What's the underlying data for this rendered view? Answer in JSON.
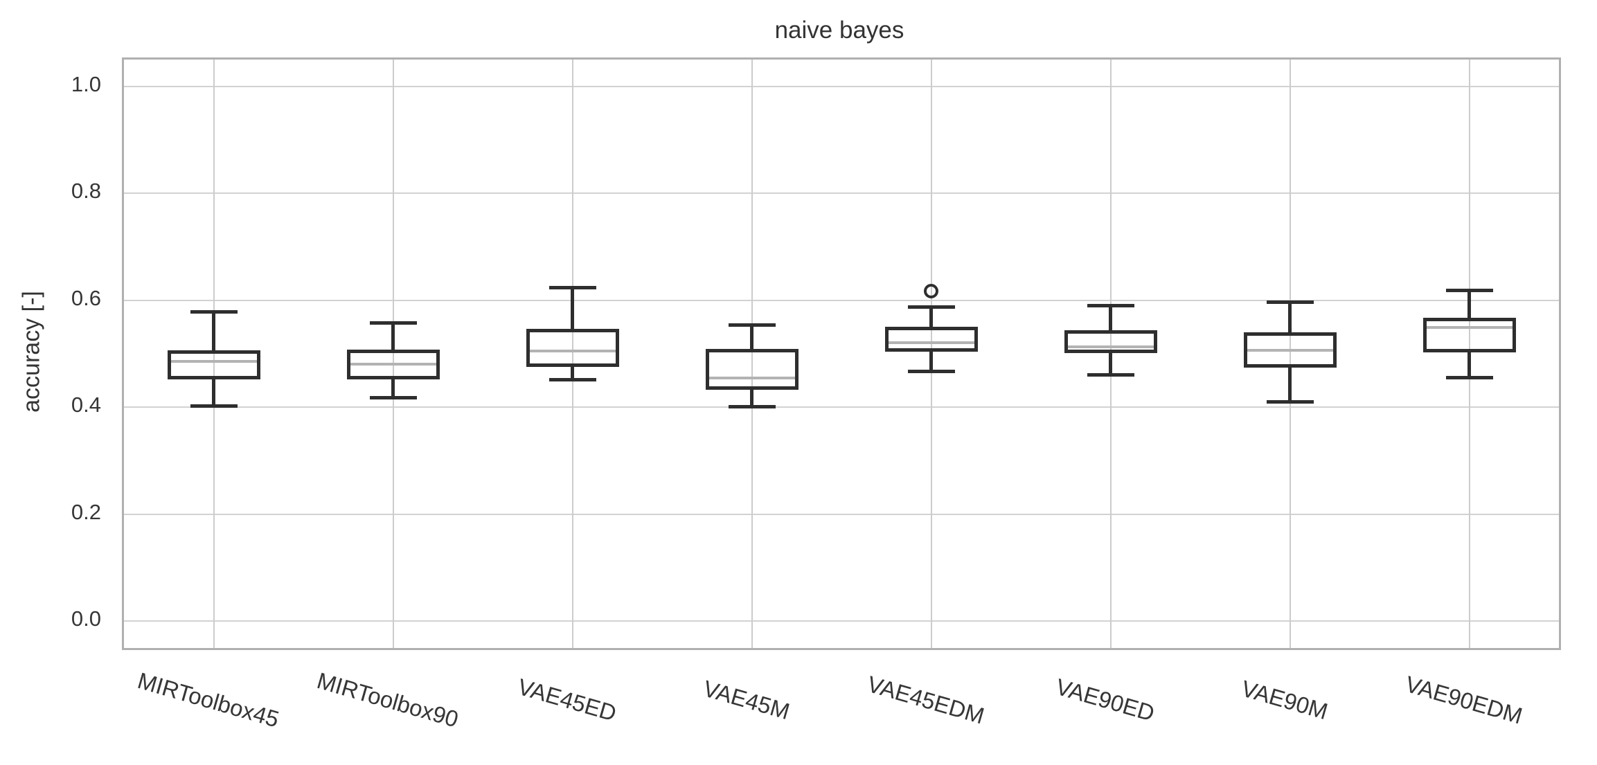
{
  "chart_data": {
    "type": "box",
    "title": "naive bayes",
    "xlabel": "",
    "ylabel": "accuracy [-]",
    "ylim": [
      -0.05,
      1.05
    ],
    "grid": true,
    "yticks": [
      1.0,
      0.8,
      0.6,
      0.4,
      0.2,
      0.0
    ],
    "ytick_labels": [
      "1.0",
      "0.8",
      "0.6",
      "0.4",
      "0.2",
      "0.0"
    ],
    "categories": [
      "MIRToolbox45",
      "MIRToolbox90",
      "VAE45ED",
      "VAE45M",
      "VAE45EDM",
      "VAE90ED",
      "VAE90M",
      "VAE90EDM"
    ],
    "series": [
      {
        "name": "MIRToolbox45",
        "whisker_low": 0.402,
        "q1": 0.452,
        "median": 0.486,
        "q3": 0.507,
        "whisker_high": 0.578,
        "outliers": []
      },
      {
        "name": "MIRToolbox90",
        "whisker_low": 0.418,
        "q1": 0.452,
        "median": 0.481,
        "q3": 0.508,
        "whisker_high": 0.557,
        "outliers": []
      },
      {
        "name": "VAE45ED",
        "whisker_low": 0.452,
        "q1": 0.476,
        "median": 0.505,
        "q3": 0.546,
        "whisker_high": 0.623,
        "outliers": []
      },
      {
        "name": "VAE45M",
        "whisker_low": 0.401,
        "q1": 0.433,
        "median": 0.455,
        "q3": 0.509,
        "whisker_high": 0.554,
        "outliers": []
      },
      {
        "name": "VAE45EDM",
        "whisker_low": 0.467,
        "q1": 0.504,
        "median": 0.521,
        "q3": 0.55,
        "whisker_high": 0.588,
        "outliers": [
          0.617
        ]
      },
      {
        "name": "VAE90ED",
        "whisker_low": 0.461,
        "q1": 0.501,
        "median": 0.513,
        "q3": 0.544,
        "whisker_high": 0.59,
        "outliers": []
      },
      {
        "name": "VAE90M",
        "whisker_low": 0.41,
        "q1": 0.474,
        "median": 0.507,
        "q3": 0.54,
        "whisker_high": 0.597,
        "outliers": []
      },
      {
        "name": "VAE90EDM",
        "whisker_low": 0.455,
        "q1": 0.502,
        "median": 0.549,
        "q3": 0.567,
        "whisker_high": 0.618,
        "outliers": []
      }
    ]
  },
  "style": {
    "box_line_color": "#2e2e2e",
    "median_color": "#b3b3b3",
    "grid_color": "#d2d2d2",
    "spine_color": "#b0b0b0",
    "text_color": "#363636",
    "background": "#ffffff"
  }
}
